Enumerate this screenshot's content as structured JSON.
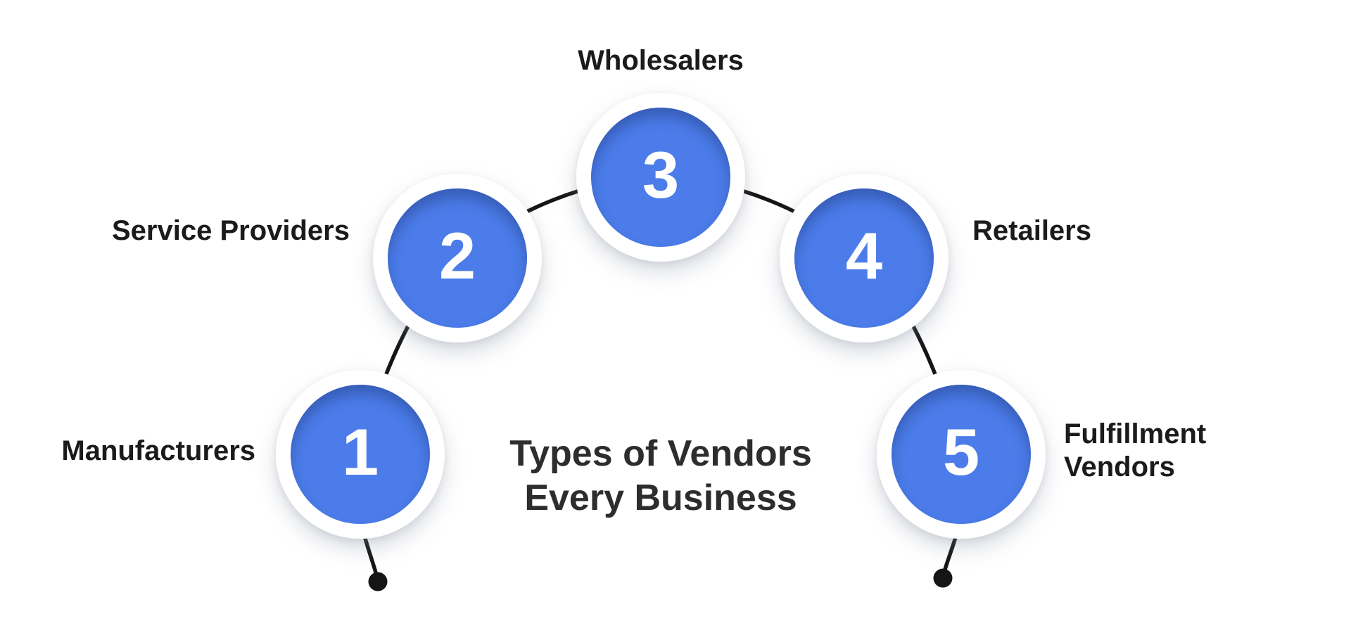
{
  "title": {
    "line1": "Types of Vendors",
    "line2": "Every Business"
  },
  "nodes": [
    {
      "number": "1",
      "label": "Manufacturers"
    },
    {
      "number": "2",
      "label": "Service Providers"
    },
    {
      "number": "3",
      "label": "Wholesalers"
    },
    {
      "number": "4",
      "label": "Retailers"
    },
    {
      "number": "5",
      "label": "Fulfillment Vendors"
    }
  ],
  "colors": {
    "background": "#ffffff",
    "circle_fill": "#4b7ce9",
    "connector": "#151515",
    "number_text": "#ffffff",
    "label_text": "#1b1b1d",
    "title_text": "#2d2d2d"
  }
}
